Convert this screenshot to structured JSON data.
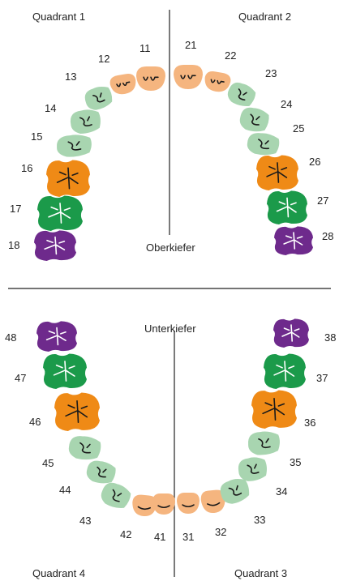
{
  "quadrants": {
    "q1": "Quadrant 1",
    "q2": "Quadrant 2",
    "q3": "Quadrant 3",
    "q4": "Quadrant 4"
  },
  "jaws": {
    "upper": "Oberkiefer",
    "lower": "Unterkiefer"
  },
  "colors": {
    "incisor": "#f5b57f",
    "premolar_canine": "#a8d5b0",
    "first_molar": "#ef8a16",
    "second_molar": "#1b9a4a",
    "third_molar": "#6e2a8c",
    "line": "#222222"
  },
  "teeth": [
    {
      "number": "11",
      "group": "incisor"
    },
    {
      "number": "12",
      "group": "incisor"
    },
    {
      "number": "13",
      "group": "premolar_canine"
    },
    {
      "number": "14",
      "group": "premolar_canine"
    },
    {
      "number": "15",
      "group": "premolar_canine"
    },
    {
      "number": "16",
      "group": "first_molar"
    },
    {
      "number": "17",
      "group": "second_molar"
    },
    {
      "number": "18",
      "group": "third_molar"
    },
    {
      "number": "21",
      "group": "incisor"
    },
    {
      "number": "22",
      "group": "incisor"
    },
    {
      "number": "23",
      "group": "premolar_canine"
    },
    {
      "number": "24",
      "group": "premolar_canine"
    },
    {
      "number": "25",
      "group": "premolar_canine"
    },
    {
      "number": "26",
      "group": "first_molar"
    },
    {
      "number": "27",
      "group": "second_molar"
    },
    {
      "number": "28",
      "group": "third_molar"
    },
    {
      "number": "31",
      "group": "incisor"
    },
    {
      "number": "32",
      "group": "incisor"
    },
    {
      "number": "33",
      "group": "premolar_canine"
    },
    {
      "number": "34",
      "group": "premolar_canine"
    },
    {
      "number": "35",
      "group": "premolar_canine"
    },
    {
      "number": "36",
      "group": "first_molar"
    },
    {
      "number": "37",
      "group": "second_molar"
    },
    {
      "number": "38",
      "group": "third_molar"
    },
    {
      "number": "41",
      "group": "incisor"
    },
    {
      "number": "42",
      "group": "incisor"
    },
    {
      "number": "43",
      "group": "premolar_canine"
    },
    {
      "number": "44",
      "group": "premolar_canine"
    },
    {
      "number": "45",
      "group": "premolar_canine"
    },
    {
      "number": "46",
      "group": "first_molar"
    },
    {
      "number": "47",
      "group": "second_molar"
    },
    {
      "number": "48",
      "group": "third_molar"
    }
  ]
}
